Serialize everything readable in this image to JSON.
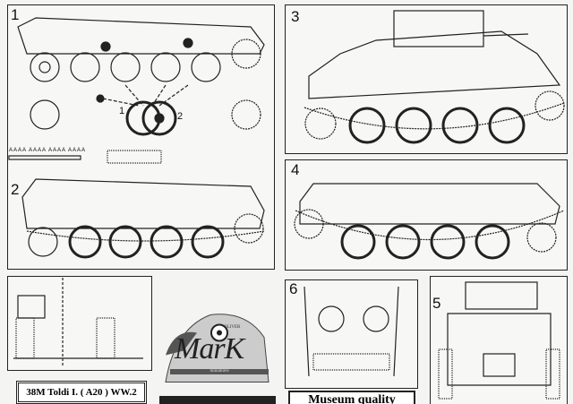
{
  "steps": [
    "1",
    "2",
    "3",
    "4",
    "5",
    "6"
  ],
  "callouts": [
    "1",
    "2"
  ],
  "strip_label": "AAAA AAAA AAAA AAAA",
  "title": "38M Toldi I.  ( A20 ) WW.2",
  "logo": {
    "brand": "MarK",
    "oliver": "OLIVER",
    "sub": "miniatures"
  },
  "museum": "Museum quality"
}
